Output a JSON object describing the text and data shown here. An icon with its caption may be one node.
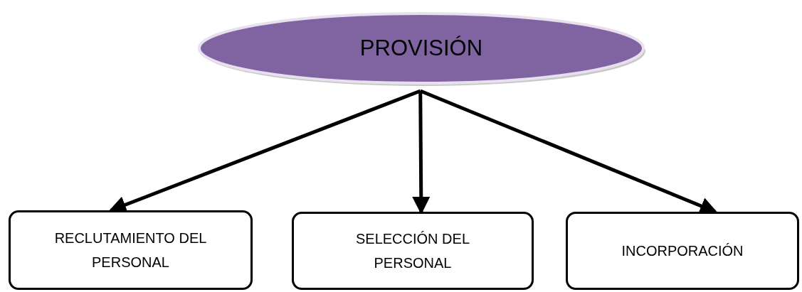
{
  "diagram": {
    "nodes": [
      {
        "text": [
          "PROVISIÓN"
        ]
      },
      {
        "text": [
          "RECLUTAMIENTO DEL PERSONAL"
        ]
      },
      {
        "text": [
          "SELECCIÓN DEL PERSONAL"
        ]
      },
      {
        "text": [
          "INCORPORACIÓN"
        ]
      }
    ],
    "edges": [
      {
        "from": 0,
        "to": 1,
        "arrow": "to"
      },
      {
        "from": 0,
        "to": 2,
        "arrow": "to"
      },
      {
        "from": 0,
        "to": 3,
        "arrow": "to"
      }
    ]
  }
}
